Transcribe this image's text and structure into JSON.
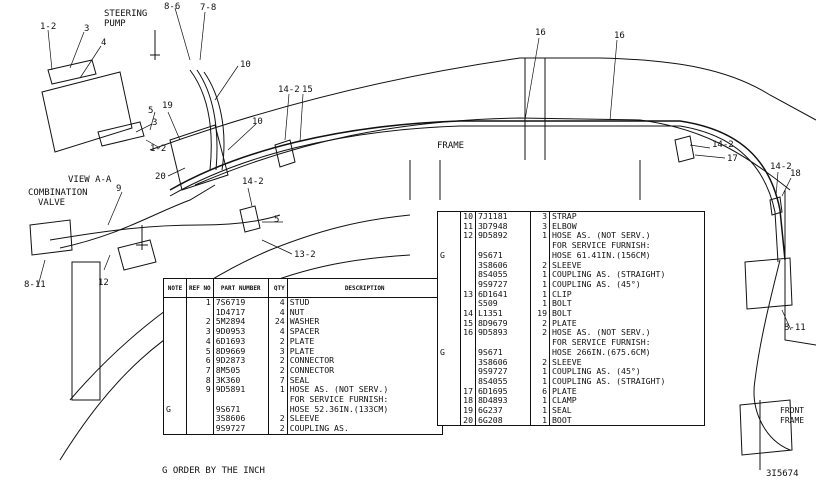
{
  "labels": {
    "steering_pump": [
      "STEERING",
      "PUMP"
    ],
    "view": "VIEW A-A",
    "combination_valve": [
      "COMBINATION",
      "VALVE"
    ],
    "frame": "FRAME",
    "front_frame": [
      "FRONT",
      "FRAME"
    ],
    "callouts": {
      "c1_2a": "1-2",
      "c3a": "3",
      "c4": "4",
      "c8_6": "8-6",
      "c7_8": "7-8",
      "c10a": "10",
      "c10b": "10",
      "c5": "5",
      "c3b": "3",
      "c19": "19",
      "c1_2b": "1-2",
      "c20": "20",
      "c14_2a": "14-2",
      "c15": "15",
      "c14_2b": "14-2",
      "c9": "9",
      "c5b": "5",
      "c13_2": "13-2",
      "c12": "12",
      "c8_11a": "8-11",
      "c16a": "16",
      "c16b": "16",
      "c14_2c": "14-2",
      "c17": "17",
      "c14_2d": "14-2",
      "c18": "18",
      "c8_11b": "8-11"
    }
  },
  "table_left": {
    "headers": {
      "note": "NOTE",
      "ref": "REF NO",
      "part": "PART NUMBER",
      "qty": "QTY",
      "desc": "DESCRIPTION"
    },
    "rows": [
      [
        "",
        "1",
        "7S6719",
        "4",
        "STUD"
      ],
      [
        "",
        "",
        "1D4717",
        "4",
        "NUT"
      ],
      [
        "",
        "2",
        "5M2894",
        "24",
        "WASHER"
      ],
      [
        "",
        "3",
        "9D0953",
        "4",
        "SPACER"
      ],
      [
        "",
        "4",
        "6D1693",
        "2",
        "PLATE"
      ],
      [
        "",
        "5",
        "8D9669",
        "3",
        "PLATE"
      ],
      [
        "",
        "6",
        "9D2873",
        "2",
        "CONNECTOR"
      ],
      [
        "",
        "7",
        "8M505",
        "2",
        "CONNECTOR"
      ],
      [
        "",
        "8",
        "3K360",
        "7",
        "SEAL"
      ],
      [
        "",
        "9",
        "9D5891",
        "1",
        "HOSE AS. (NOT SERV.)"
      ],
      [
        "",
        "",
        "",
        "",
        "FOR SERVICE FURNISH:"
      ],
      [
        "G",
        "",
        "9S671",
        "",
        "HOSE 52.36IN.(133CM)"
      ],
      [
        "",
        "",
        "3S8606",
        "2",
        "SLEEVE"
      ],
      [
        "",
        "",
        "9S9727",
        "2",
        "COUPLING AS."
      ]
    ]
  },
  "table_right": {
    "rows": [
      [
        "",
        "10",
        "7J1181",
        "3",
        "STRAP"
      ],
      [
        "",
        "11",
        "3D7948",
        "3",
        "ELBOW"
      ],
      [
        "",
        "12",
        "9D5892",
        "1",
        "HOSE AS. (NOT SERV.)"
      ],
      [
        "",
        "",
        "",
        "",
        "FOR SERVICE FURNISH:"
      ],
      [
        "G",
        "",
        "9S671",
        "",
        "HOSE 61.41IN.(156CM)"
      ],
      [
        "",
        "",
        "3S8606",
        "2",
        "SLEEVE"
      ],
      [
        "",
        "",
        "8S4055",
        "1",
        "COUPLING AS. (STRAIGHT)"
      ],
      [
        "",
        "",
        "9S9727",
        "1",
        "COUPLING AS. (45°)"
      ],
      [
        "",
        "13",
        "6D1641",
        "1",
        "CLIP"
      ],
      [
        "",
        "",
        "S509",
        "1",
        "BOLT"
      ],
      [
        "",
        "14",
        "L1351",
        "19",
        "BOLT"
      ],
      [
        "",
        "15",
        "8D9679",
        "2",
        "PLATE"
      ],
      [
        "",
        "16",
        "9D5893",
        "2",
        "HOSE AS. (NOT SERV.)"
      ],
      [
        "",
        "",
        "",
        "",
        "FOR SERVICE FURNISH:"
      ],
      [
        "G",
        "",
        "9S671",
        "",
        "HOSE 266IN.(675.6CM)"
      ],
      [
        "",
        "",
        "3S8606",
        "2",
        "SLEEVE"
      ],
      [
        "",
        "",
        "9S9727",
        "1",
        "COUPLING AS. (45°)"
      ],
      [
        "",
        "",
        "8S4055",
        "1",
        "COUPLING AS. (STRAIGHT)"
      ],
      [
        "",
        "17",
        "6D1695",
        "6",
        "PLATE"
      ],
      [
        "",
        "18",
        "8D4893",
        "1",
        "CLAMP"
      ],
      [
        "",
        "19",
        "6G237",
        "1",
        "SEAL"
      ],
      [
        "",
        "20",
        "6G208",
        "1",
        "BOOT"
      ]
    ]
  },
  "footnote": "G  ORDER BY THE INCH",
  "drawing_number": "3I5674"
}
